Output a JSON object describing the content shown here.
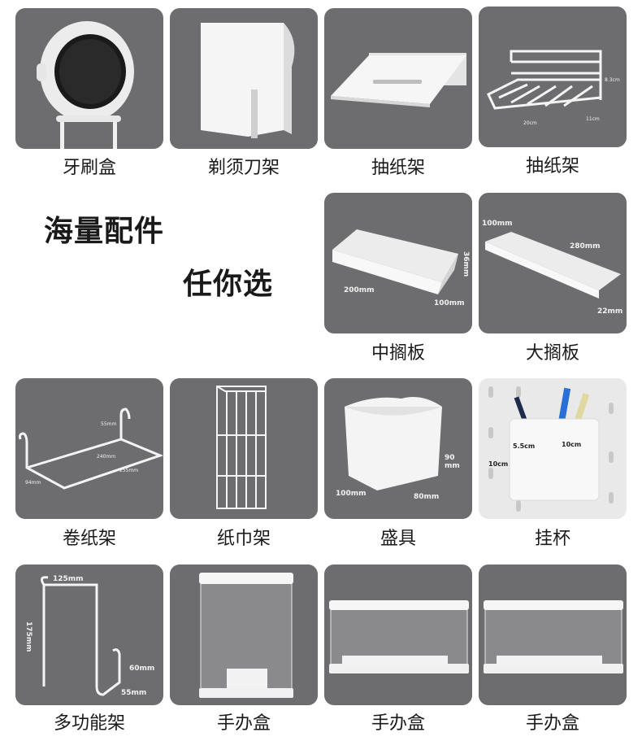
{
  "promo": {
    "line1": "海量配件",
    "line2": "任你选"
  },
  "items": [
    {
      "label": "牙刷盒"
    },
    {
      "label": "剃须刀架"
    },
    {
      "label": "抽纸架"
    },
    {
      "label": "抽纸架",
      "dims": [
        "8.3cm",
        "20cm",
        "11cm"
      ]
    },
    {
      "label": "中搁板",
      "dims": [
        "200mm",
        "36mm",
        "100mm"
      ]
    },
    {
      "label": "大搁板",
      "dims": [
        "100mm",
        "280mm",
        "22mm"
      ]
    },
    {
      "label": "卷纸架",
      "dims": [
        "55mm",
        "240mm",
        "255mm",
        "94mm"
      ]
    },
    {
      "label": "纸巾架"
    },
    {
      "label": "盛具",
      "dims": [
        "90",
        "mm",
        "100mm",
        "80mm"
      ]
    },
    {
      "label": "挂杯",
      "dims": [
        "5.5cm",
        "10cm",
        "10cm"
      ]
    },
    {
      "label": "多功能架",
      "dims": [
        "125mm",
        "175mm",
        "60mm",
        "55mm"
      ]
    },
    {
      "label": "手办盒"
    },
    {
      "label": "手办盒"
    },
    {
      "label": "手办盒"
    }
  ],
  "colors": {
    "tile_bg": "#6d6d6f",
    "product": "#f4f4f4",
    "caption": "#1a1a1a"
  }
}
